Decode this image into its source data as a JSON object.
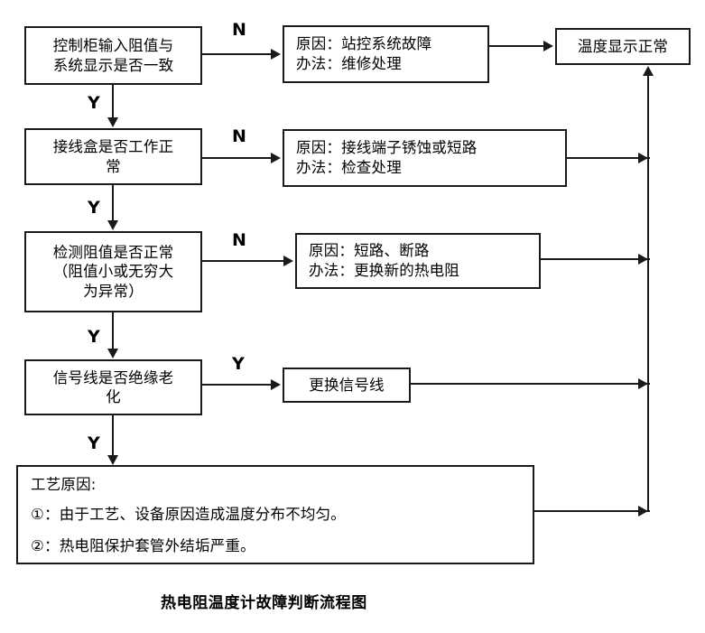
{
  "diagram": {
    "caption": "热电阻温度计故障判断流程图",
    "branch_labels": {
      "no": "N",
      "yes": "Y"
    },
    "nodes": {
      "decision1": {
        "line1": "控制柜输入阻值与",
        "line2": "系统显示是否一致"
      },
      "decision2": {
        "line1": "接线盒是否工作正",
        "line2": "常"
      },
      "decision3": {
        "line1": "检测阻值是否正常",
        "line2": "（阻值小或无穷大",
        "line3": "为异常）"
      },
      "decision4": {
        "line1": "信号线是否绝缘老",
        "line2": "化"
      },
      "reason1": {
        "line1": "原因：站控系统故障",
        "line2": "办法：维修处理"
      },
      "reason2": {
        "line1": "原因：接线端子锈蚀或短路",
        "line2": "办法：检查处理"
      },
      "reason3": {
        "line1": "原因：短路、断路",
        "line2": "办法：更换新的热电阻"
      },
      "action1": {
        "line1": "更换信号线"
      },
      "process": {
        "line1": "工艺原因:",
        "line2": "①：由于工艺、设备原因造成温度分布不均匀。",
        "line3": "②：热电阻保护套管外结垢严重。"
      },
      "terminal": {
        "line1": "温度显示正常"
      }
    },
    "branches": {
      "d1_no": "N",
      "d1_yes": "Y",
      "d2_no": "N",
      "d2_yes": "Y",
      "d3_no": "N",
      "d3_yes": "Y",
      "d4_yes_right": "Y",
      "d4_yes_down": "Y"
    },
    "colors": {
      "stroke": "#1a1a1a",
      "text": "#000000",
      "background": "#ffffff"
    }
  }
}
